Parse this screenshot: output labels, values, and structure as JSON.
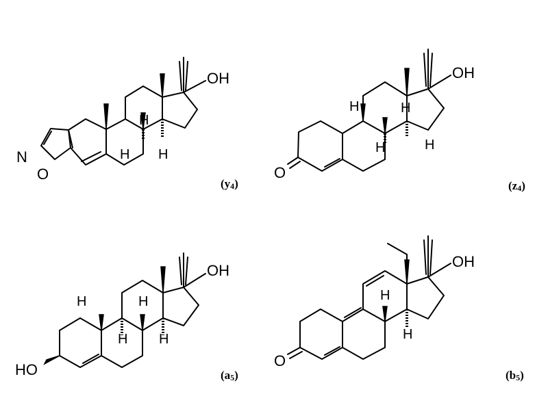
{
  "figure": {
    "panels": [
      {
        "id": "y4",
        "label_main": "(y",
        "label_sub": "4",
        "label_close": ")",
        "atoms": {
          "oh": "OH",
          "n": "N",
          "o": "O",
          "h1": "H",
          "h2": "H",
          "h3": "H"
        }
      },
      {
        "id": "z4",
        "label_main": "(z",
        "label_sub": "4",
        "label_close": ")",
        "atoms": {
          "oh": "OH",
          "o": "O",
          "h1": "H",
          "h2": "H",
          "h3": "H",
          "h4": "H"
        }
      },
      {
        "id": "a5",
        "label_main": "(a",
        "label_sub": "5",
        "label_close": ")",
        "atoms": {
          "oh": "OH",
          "ho": "HO",
          "h1": "H",
          "h2": "H",
          "h3": "H",
          "h4": "H"
        }
      },
      {
        "id": "b5",
        "label_main": "(b",
        "label_sub": "5",
        "label_close": ")",
        "atoms": {
          "oh": "OH",
          "o": "O",
          "h1": "H",
          "h2": "H"
        }
      }
    ],
    "colors": {
      "ink": "#000000",
      "background": "#ffffff"
    }
  }
}
